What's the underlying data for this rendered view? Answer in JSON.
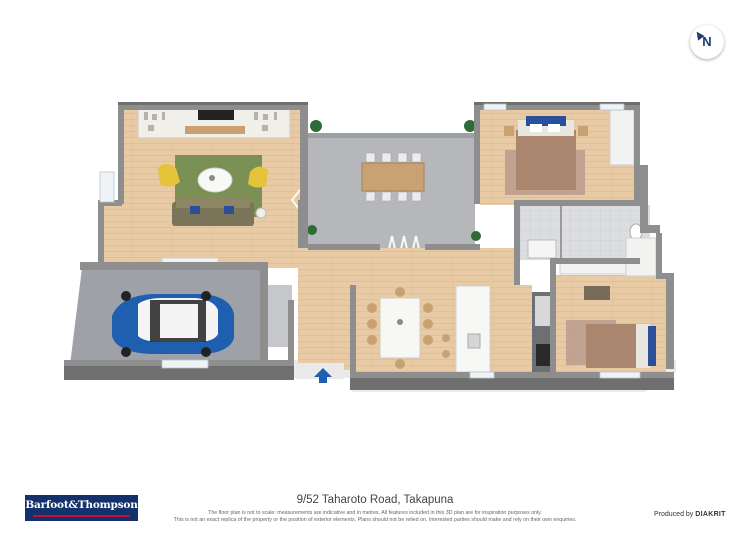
{
  "compass": {
    "letter": "N",
    "icon": "north-arrow-icon"
  },
  "title": {
    "address": "9/52 Taharoto Road, Takapuna"
  },
  "disclaimer": {
    "line1": "The floor plan is not to scale: measurements are indicative and in metres. All features included in this 3D plan are for inspiration purposes only.",
    "line2": "This is not an exact replica of the property or the position of exterior elements. Plans should not be relied on. Interested parties should make and rely on their own enquiries."
  },
  "agency": {
    "name": "Barfoot&Thompson",
    "icon": "agency-logo"
  },
  "credit": {
    "prefix": "Produced by",
    "brand": "DIAKRIT"
  },
  "entry": {
    "icon": "entry-arrow-icon"
  },
  "colors": {
    "wall": "#8e8e8e",
    "wall_top": "#6f6f6f",
    "wood_floor": "#e6c9a2",
    "concrete": "#b5b7bb",
    "garage": "#9ea2a8",
    "accent": "#1f5fb0",
    "sofa": "#7a7458",
    "chairs": "#e2c33a",
    "rug": "#6e8a4d"
  }
}
